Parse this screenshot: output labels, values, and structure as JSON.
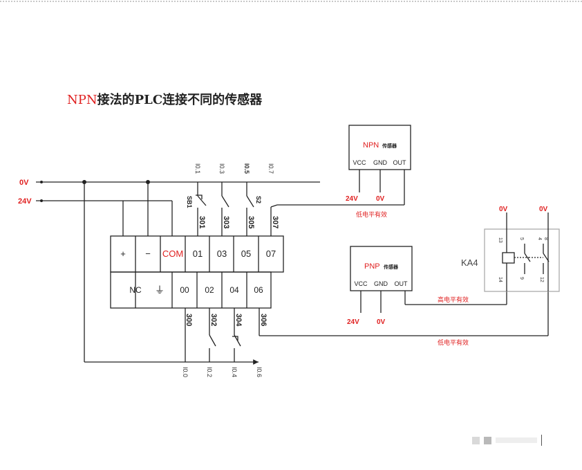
{
  "title": {
    "prefix": "NPN",
    "text": "接法的PLC连接不同的传感器"
  },
  "rails": {
    "zero_v": "0V",
    "v24": "24V"
  },
  "terminals": {
    "top": [
      "+",
      "−",
      "COM",
      "01",
      "03",
      "05",
      "07"
    ],
    "bottom": [
      "NC",
      "⏚",
      "00",
      "02",
      "04",
      "06"
    ]
  },
  "top_addresses": [
    "I0.1",
    "I0.3",
    "I0.5",
    "I0.7"
  ],
  "bottom_addresses": [
    "I0.0",
    "I0.2",
    "I0.4",
    "I0.6"
  ],
  "top_wire_numbers": [
    "301",
    "303",
    "305",
    "307"
  ],
  "bottom_wire_numbers": [
    "300",
    "302",
    "304",
    "306"
  ],
  "switches": {
    "sb1": "SB1",
    "s2": "S2"
  },
  "npn_sensor": {
    "name": "NPN",
    "type": "传感器",
    "pins": [
      "VCC",
      "GND",
      "OUT"
    ],
    "supply": "24V",
    "ground": "0V",
    "note": "低电平有效"
  },
  "pnp_sensor": {
    "name": "PNP",
    "type": "传感器",
    "pins": [
      "VCC",
      "GND",
      "OUT"
    ],
    "supply": "24V",
    "ground": "0V",
    "note": "高电平有效"
  },
  "relay": {
    "name": "KA4",
    "top_labels": [
      "0V",
      "0V"
    ],
    "pin_numbers": [
      "13",
      "5",
      "4",
      "8",
      "14",
      "9",
      "12"
    ],
    "note": "低电平有效"
  },
  "colors": {
    "accent_red": "#e02020",
    "line": "#222222"
  }
}
